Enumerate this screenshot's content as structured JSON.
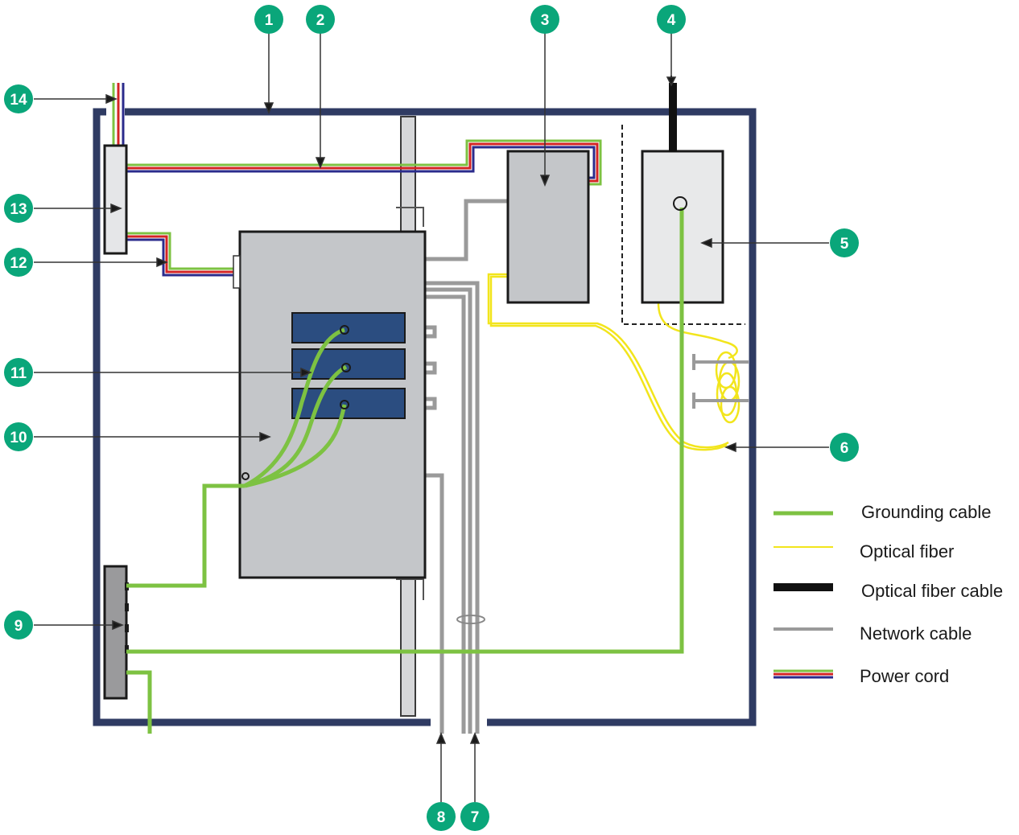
{
  "callouts": [
    "1",
    "2",
    "3",
    "4",
    "5",
    "6",
    "7",
    "8",
    "9",
    "10",
    "11",
    "12",
    "13",
    "14"
  ],
  "legend": [
    {
      "label": "Grounding cable",
      "style": "grounding"
    },
    {
      "label": "Optical fiber",
      "style": "fiber"
    },
    {
      "label": "Optical fiber cable",
      "style": "fiber-cable"
    },
    {
      "label": "Network cable",
      "style": "network"
    },
    {
      "label": "Power cord",
      "style": "power"
    }
  ],
  "colors": {
    "callout": "#0aa67a",
    "cabinet": "#2f3b63",
    "grounding": "#7dc242",
    "fiber": "#f2e51c",
    "fiber_cable": "#111111",
    "network": "#9a9a9a",
    "power_red": "#d42424",
    "power_blue": "#2b2b8c",
    "module": "#2b4d80",
    "device": "#c4c6c9"
  }
}
